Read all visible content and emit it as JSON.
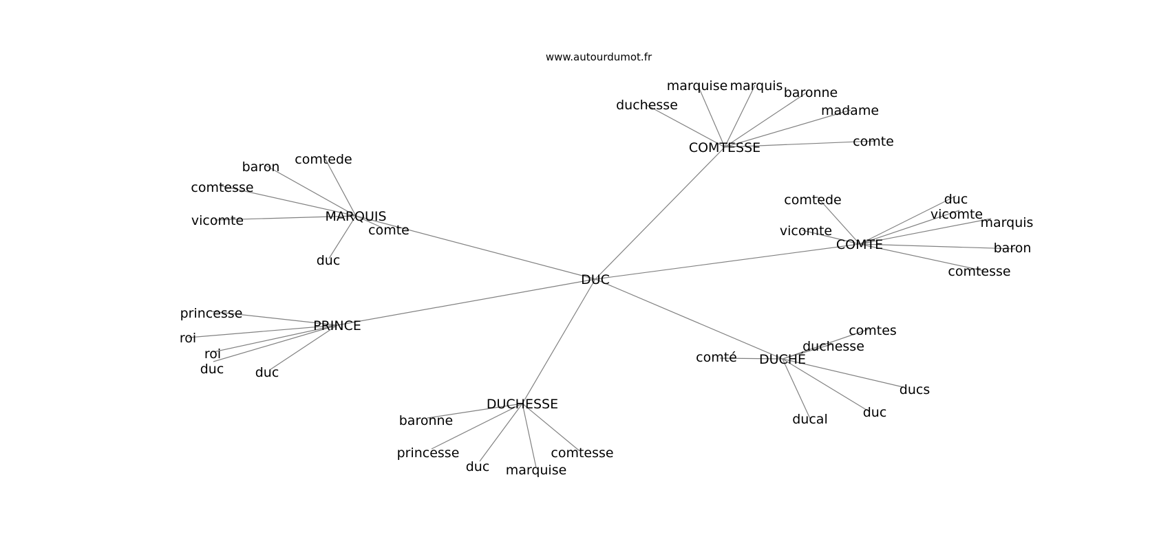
{
  "source": "www.autourdumot.fr",
  "graph": {
    "root": "DUC",
    "clusters": [
      {
        "hub": "COMTESSE",
        "leaves": [
          "duchesse",
          "marquise",
          "marquis",
          "baronne",
          "madame",
          "comte"
        ]
      },
      {
        "hub": "MARQUIS",
        "leaves": [
          "baron",
          "comtede",
          "comtesse",
          "vicomte",
          "comte",
          "duc"
        ]
      },
      {
        "hub": "COMTE",
        "leaves": [
          "comtede",
          "duc",
          "vicomte",
          "vicomte",
          "marquis",
          "baron",
          "comtesse"
        ]
      },
      {
        "hub": "PRINCE",
        "leaves": [
          "princesse",
          "roi",
          "roi",
          "duc",
          "duc"
        ]
      },
      {
        "hub": "DUCHESSE",
        "leaves": [
          "baronne",
          "princesse",
          "duc",
          "marquise",
          "comtesse"
        ]
      },
      {
        "hub": "DUCHÉ",
        "leaves": [
          "comtes",
          "duchesse",
          "comté",
          "ducs",
          "duc",
          "ducal"
        ]
      }
    ]
  }
}
